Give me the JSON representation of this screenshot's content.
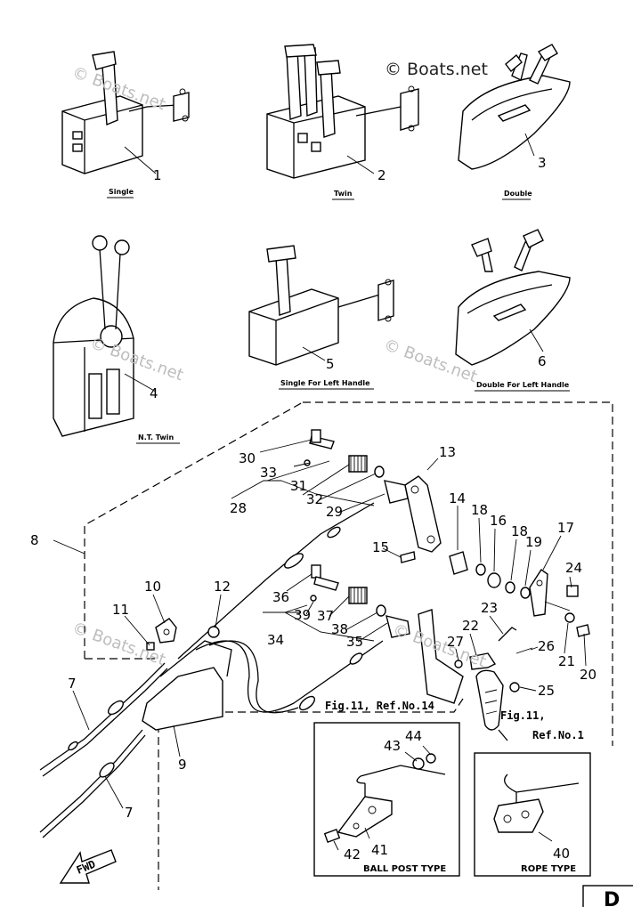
{
  "watermark": {
    "main": "© Boats.net",
    "faint": "© Boats.net"
  },
  "captions": {
    "c1": "Single",
    "c2": "Twin",
    "c3": "Double",
    "c4": "N.T. Twin",
    "c5": "Single For Left Handle",
    "c6": "Double For Left Handle"
  },
  "refs": {
    "fig11_14": "Fig.11, Ref.No.14",
    "fig11_1_a": "Fig.11,",
    "fig11_1_b": "Ref.No.1",
    "ball_post": "BALL POST TYPE",
    "rope": "ROPE TYPE",
    "fwd": "FWD",
    "corner": "D"
  },
  "labels": {
    "n1": "1",
    "n2": "2",
    "n3": "3",
    "n4": "4",
    "n5": "5",
    "n6": "6",
    "n7a": "7",
    "n7b": "7",
    "n8": "8",
    "n9": "9",
    "n10": "10",
    "n11": "11",
    "n12": "12",
    "n13": "13",
    "n14": "14",
    "n15": "15",
    "n16": "16",
    "n17": "17",
    "n18a": "18",
    "n18b": "18",
    "n19": "19",
    "n20": "20",
    "n21": "21",
    "n22": "22",
    "n23": "23",
    "n24": "24",
    "n25": "25",
    "n26": "26",
    "n27": "27",
    "n28": "28",
    "n29": "29",
    "n30": "30",
    "n31": "31",
    "n32": "32",
    "n33": "33",
    "n34": "34",
    "n35": "35",
    "n36": "36",
    "n37": "37",
    "n38": "38",
    "n39": "39",
    "n40": "40",
    "n41": "41",
    "n42": "42",
    "n43": "43",
    "n44": "44"
  }
}
